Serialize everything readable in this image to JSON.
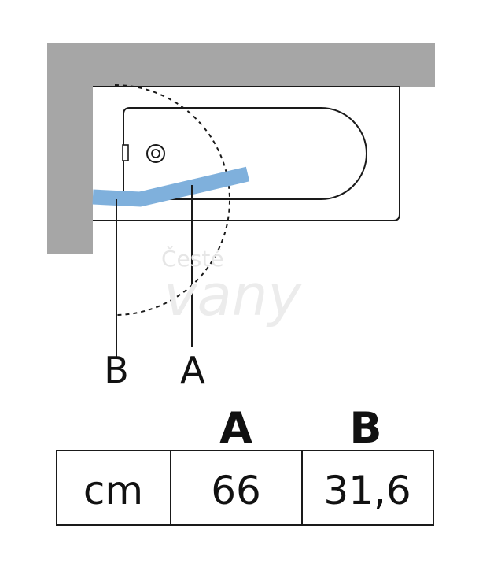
{
  "watermark": {
    "line1": "Česté",
    "line2": "vany"
  },
  "callouts": {
    "b": "B",
    "a": "A"
  },
  "table": {
    "headers": [
      "A",
      "B"
    ],
    "unit": "cm",
    "values": [
      "66",
      "31,6"
    ]
  },
  "colors": {
    "wall": "#a6a6a6",
    "glass_panel": "#7fb0dc",
    "outline": "#1a1a1a"
  }
}
